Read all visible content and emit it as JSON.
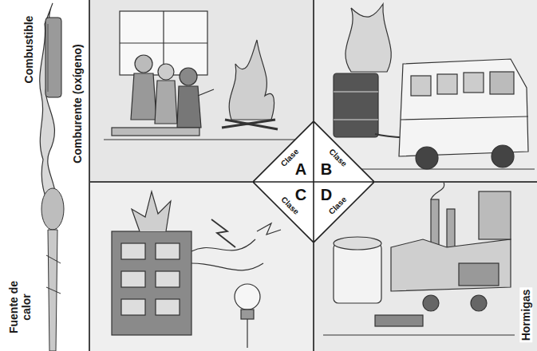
{
  "diagram": {
    "nodes": [
      {
        "text": [
          "Clase",
          "A"
        ]
      },
      {
        "text": [
          "Clase",
          "B"
        ]
      },
      {
        "text": [
          "Clase",
          "C"
        ]
      },
      {
        "text": [
          "Clase",
          "D"
        ]
      }
    ],
    "labels": [
      "Combustible",
      "Comburente (oxígeno)",
      "Fuente de calor",
      "Hormigas"
    ]
  }
}
